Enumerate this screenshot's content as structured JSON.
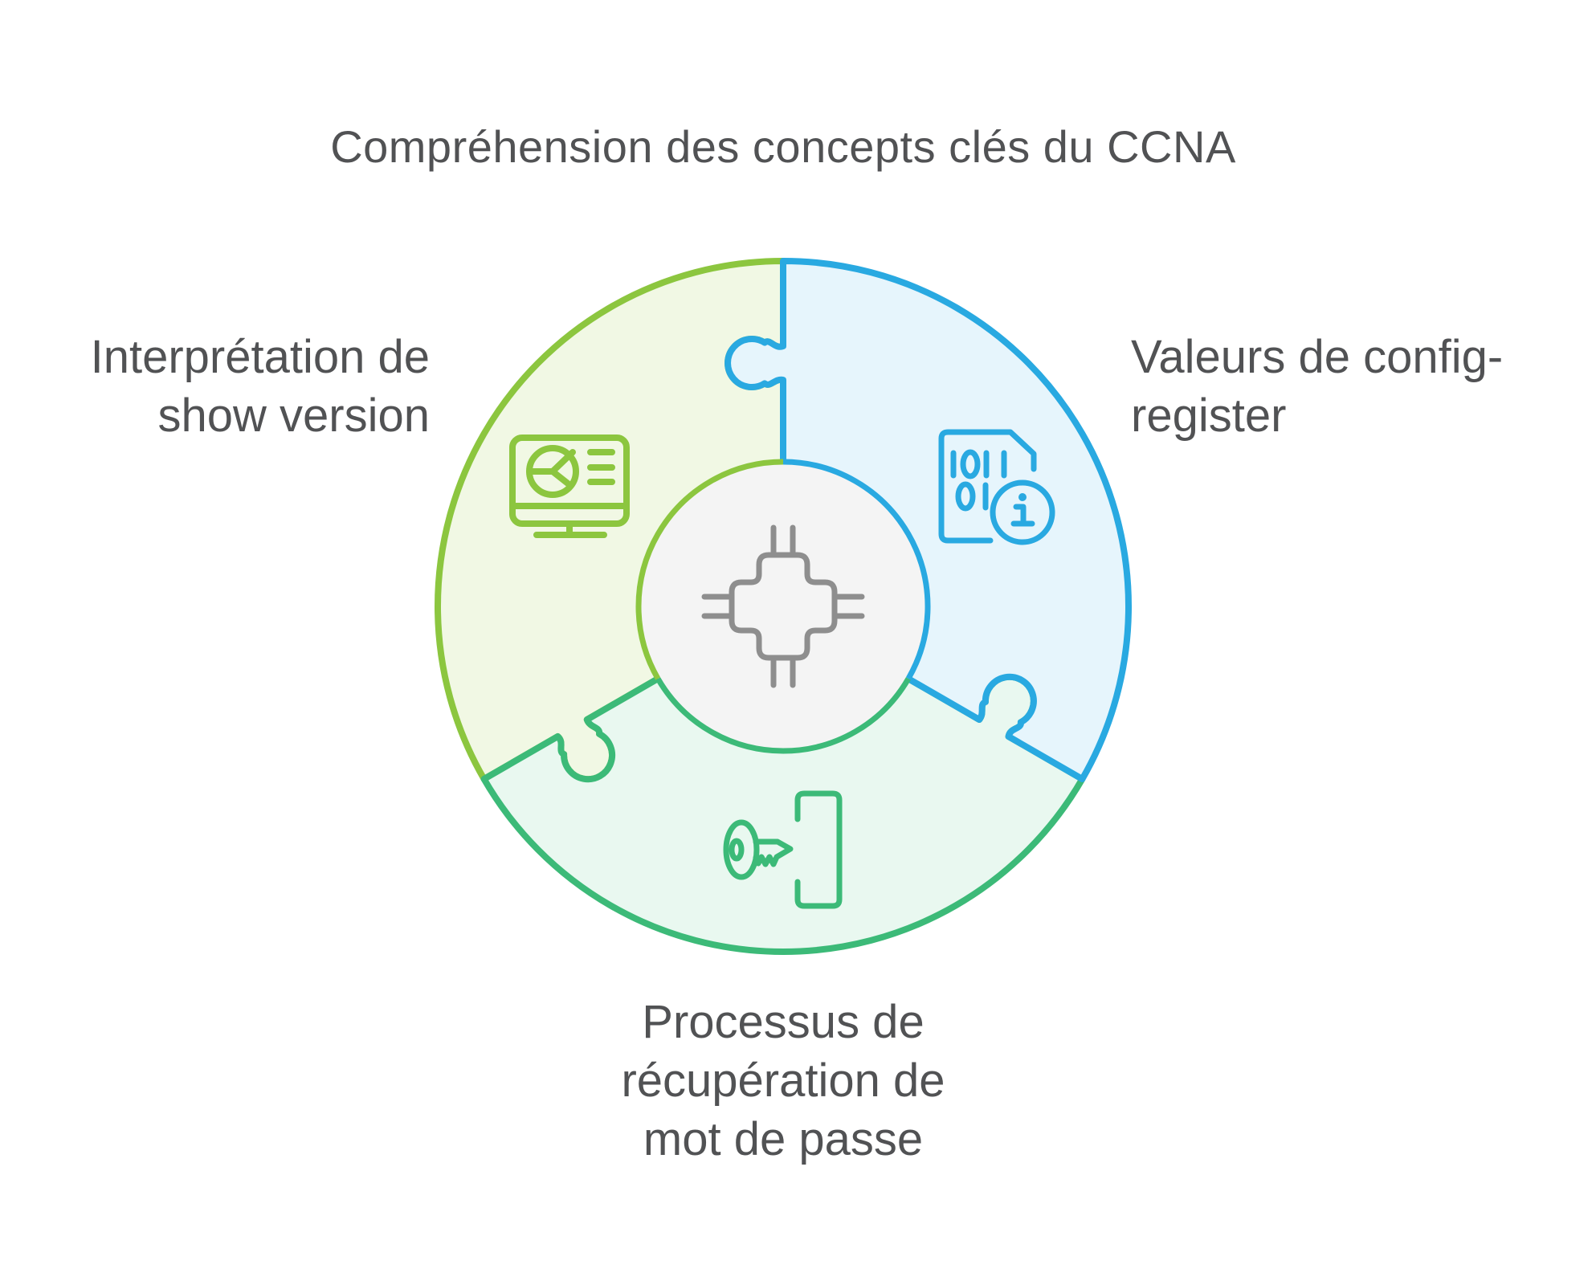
{
  "title": "Compréhension des concepts clés du CCNA",
  "center": {
    "icon": "chip-icon"
  },
  "segments": [
    {
      "id": "show-version",
      "position": "left",
      "icon": "monitor-pie-chart-icon",
      "label": "Interprétation de show version",
      "label_lines": [
        "Interprétation de",
        "show version"
      ]
    },
    {
      "id": "config-register",
      "position": "right",
      "icon": "binary-file-info-icon",
      "label": "Valeurs de config-register",
      "label_lines": [
        "Valeurs de config-",
        "register"
      ]
    },
    {
      "id": "password-recovery",
      "position": "bottom",
      "icon": "key-icon",
      "label": "Processus de récupération de mot de passe",
      "label_lines": [
        "Processus de",
        "récupération de",
        "mot de passe"
      ]
    }
  ],
  "colors": {
    "lime": "#8CC63F",
    "lime_fill": "#F1F8E4",
    "blue": "#29A9E1",
    "blue_fill": "#E6F5FC",
    "green": "#3CBA78",
    "green_fill": "#E9F8F0",
    "center_fill": "#F4F4F4",
    "chip_gray": "#8E8E8E",
    "text": "#515254",
    "background": "#FFFFFF"
  }
}
